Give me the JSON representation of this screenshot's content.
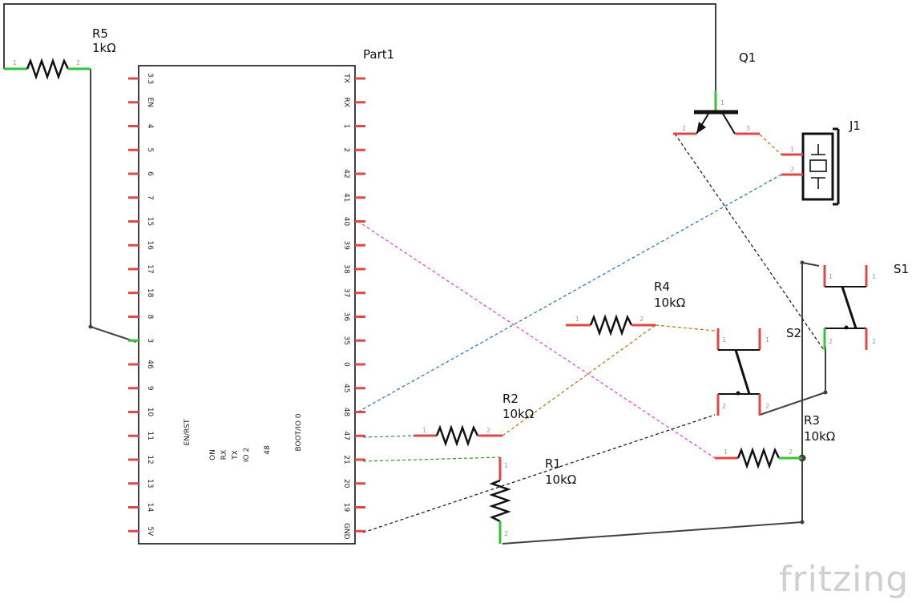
{
  "brand": "fritzing",
  "part1": {
    "title": "Part1",
    "left_pins": [
      "3.3",
      "EN",
      "4",
      "5",
      "6",
      "7",
      "15",
      "16",
      "17",
      "18",
      "8",
      "3",
      "46",
      "9",
      "10",
      "11",
      "12",
      "13",
      "14",
      "5V"
    ],
    "right_pins": [
      "TX",
      "RX",
      "1",
      "2",
      "42",
      "41",
      "40",
      "39",
      "38",
      "37",
      "36",
      "35",
      "0",
      "45",
      "48",
      "47",
      "21",
      "20",
      "19",
      "GND"
    ],
    "inner_labels": [
      "EN/RST",
      "ON",
      "RX",
      "TX",
      "IO 2",
      "48",
      "BOOT/IO 0"
    ]
  },
  "components": {
    "r5": {
      "name": "R5",
      "value": "1kΩ"
    },
    "q1": {
      "name": "Q1"
    },
    "j1": {
      "name": "J1"
    },
    "r4": {
      "name": "R4",
      "value": "10kΩ"
    },
    "r2": {
      "name": "R2",
      "value": "10kΩ"
    },
    "r1": {
      "name": "R1",
      "value": "10kΩ"
    },
    "r3": {
      "name": "R3",
      "value": "10kΩ"
    },
    "s1": {
      "name": "S1"
    },
    "s2": {
      "name": "S2"
    }
  },
  "pin_numbers": {
    "one": "1",
    "two": "2",
    "three": "3"
  },
  "colors": {
    "wire": "#404040",
    "pin_unconnected": "#e04848",
    "pin_connected": "#35c435",
    "ratsnest_magenta": "#e040e0",
    "ratsnest_blue": "#1f6fc4",
    "ratsnest_brown": "#b07010",
    "ratsnest_green": "#2a9a2a",
    "ratsnest_teal": "#3a7ab0",
    "ratsnest_black": "#111111"
  }
}
